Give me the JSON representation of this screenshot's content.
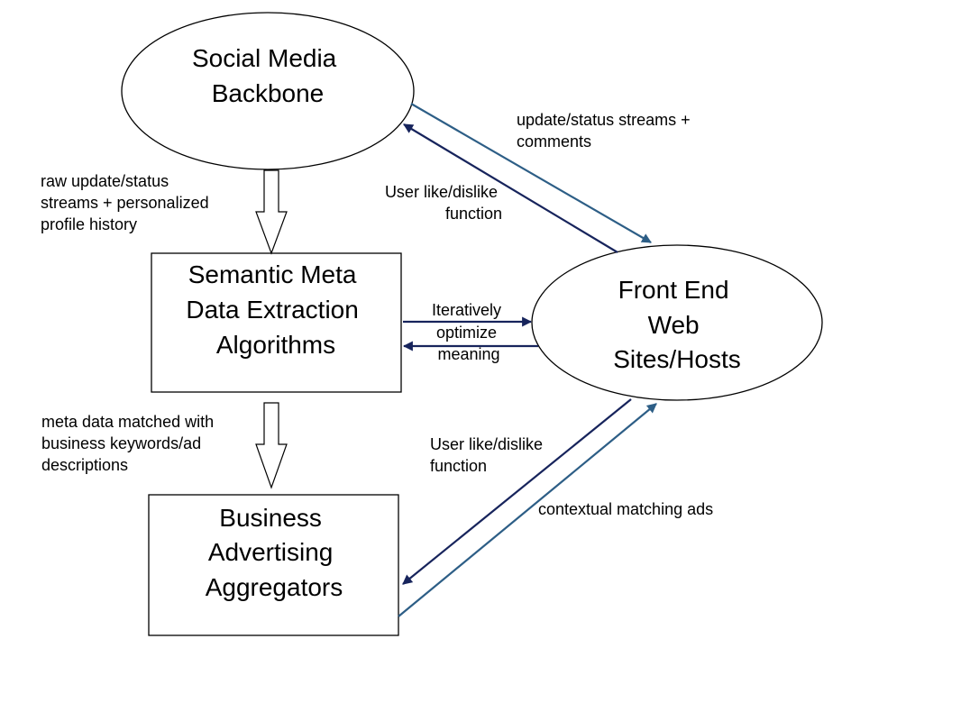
{
  "colors": {
    "navy_arrow": "#17245c",
    "steel_arrow": "#2d5e86",
    "shape_stroke": "#000000",
    "background": "#ffffff"
  },
  "nodes": {
    "social_media": {
      "lines": [
        "Social Media",
        "Backbone"
      ]
    },
    "semantic": {
      "lines": [
        "Semantic Meta",
        "Data Extraction",
        "Algorithms"
      ]
    },
    "business": {
      "lines": [
        "Business",
        "Advertising",
        "Aggregators"
      ]
    },
    "frontend": {
      "lines": [
        "Front End",
        "Web",
        "Sites/Hosts"
      ]
    }
  },
  "edges": {
    "raw_update": {
      "lines": [
        "raw update/status",
        "streams + personalized",
        "profile history"
      ]
    },
    "meta_matched": {
      "lines": [
        "meta data matched with",
        "business keywords/ad",
        "descriptions"
      ]
    },
    "update_status": {
      "lines": [
        "update/status streams +",
        "comments"
      ]
    },
    "user_like_top": {
      "lines": [
        "User like/dislike",
        "function"
      ]
    },
    "iteratively": {
      "lines": [
        "Iteratively",
        "optimize",
        "meaning"
      ]
    },
    "user_like_bottom": {
      "lines": [
        "User like/dislike",
        "function"
      ]
    },
    "contextual": {
      "lines": [
        "contextual matching ads"
      ]
    }
  }
}
